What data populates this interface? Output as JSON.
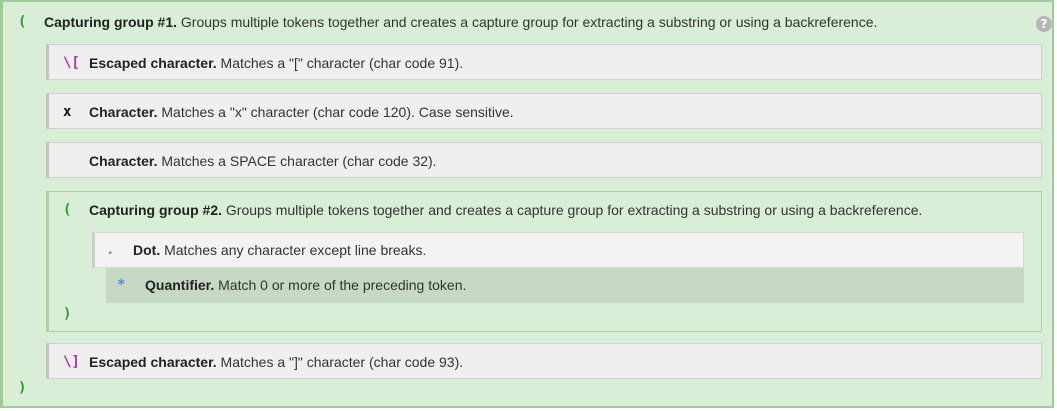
{
  "outer_group": {
    "open_token": "(",
    "close_token": ")",
    "title": "Capturing group #1.",
    "description": " Groups multiple tokens together and creates a capture group for extracting a substring or using a backreference.",
    "help_icon": "?"
  },
  "items": {
    "escaped_open": {
      "token": "\\[",
      "title": "Escaped character.",
      "description": " Matches a \"[\" character (char code 91)."
    },
    "char_x": {
      "token": "x",
      "title": "Character.",
      "description": " Matches a \"x\" character (char code 120). Case sensitive."
    },
    "char_space": {
      "token": " ",
      "title": "Character.",
      "description": " Matches a SPACE character (char code 32)."
    },
    "escaped_close": {
      "token": "\\]",
      "title": "Escaped character.",
      "description": " Matches a \"]\" character (char code 93)."
    }
  },
  "inner_group": {
    "open_token": "(",
    "close_token": ")",
    "title": "Capturing group #2.",
    "description": " Groups multiple tokens together and creates a capture group for extracting a substring or using a backreference.",
    "dot": {
      "token": ".",
      "title": "Dot.",
      "description": " Matches any character except line breaks."
    },
    "quantifier": {
      "token": "*",
      "title": "Quantifier.",
      "description": " Match 0 or more of the preceding token."
    }
  },
  "colors": {
    "group_bg": "#d9eed6",
    "group_token": "#2e9a2a",
    "escape_token": "#b12fb4",
    "dot_token": "#d9773b",
    "quantifier_token": "#4c8ee6",
    "item_bg": "#efefef"
  },
  "icons": {
    "help": "help-icon"
  }
}
